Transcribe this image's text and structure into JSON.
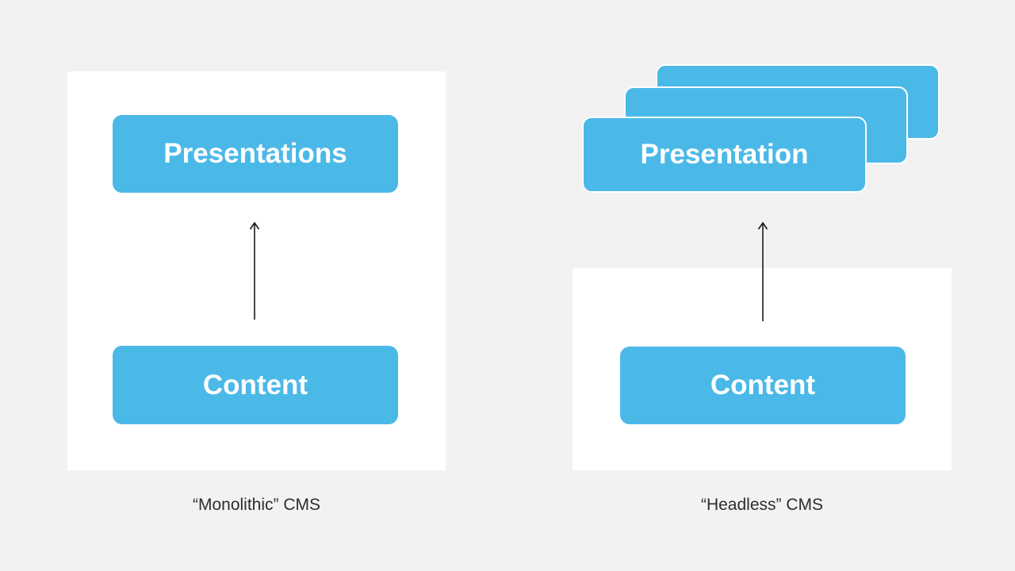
{
  "diagram": {
    "colors": {
      "background": "#f2f2f2",
      "panel": "#ffffff",
      "accent": "#4bb9e8",
      "card_border": "#ffffff",
      "arrow": "#1a1a1a",
      "caption_text": "#2d2d2d"
    },
    "monolithic": {
      "caption": "“Monolithic” CMS",
      "presentation_label": "Presentations",
      "content_label": "Content"
    },
    "headless": {
      "caption": "“Headless” CMS",
      "presentation_label": "Presentation",
      "content_label": "Content",
      "stacked_card_count": 3
    }
  }
}
